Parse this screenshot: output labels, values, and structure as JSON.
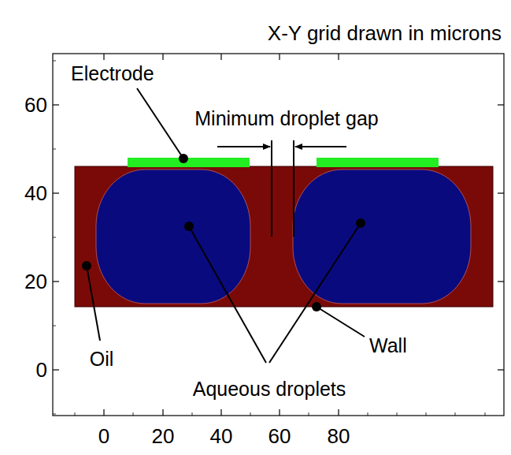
{
  "diagram": {
    "title": "X-Y grid drawn in microns",
    "labels": [
      "Electrode",
      "Minimum droplet gap",
      "Oil",
      "Wall",
      "Aqueous droplets",
      "60",
      "40",
      "20",
      "0",
      "0",
      "20",
      "40",
      "60",
      "80"
    ]
  }
}
